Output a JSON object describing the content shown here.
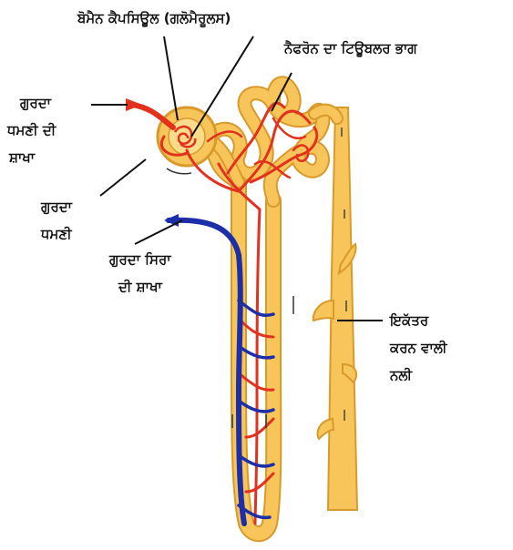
{
  "labels": {
    "bowman_capsule": "ਬੋਮੈਨ ਕੈਪਸਿਊਲ (ਗਲੋਮੈਰੂਲਸ)",
    "nephron_tubular": "ਨੈਫਰੋਨ ਦਾ ਟਿਊਬਲਰ ਭਾਗ",
    "renal_artery_branch_1": "ਗੁਰਦਾ",
    "renal_artery_branch_2": "ਧਮਣੀ ਦੀ",
    "renal_artery_branch_3": "ਸ਼ਾਖਾ",
    "renal_artery_1": "ਗੁਰਦਾ",
    "renal_artery_2": "ਧਮਣੀ",
    "renal_vein_branch_1": "ਗੁਰਦਾ ਸਿਰਾ",
    "renal_vein_branch_2": "ਦੀ ਸ਼ਾਖਾ",
    "collecting_duct_1": "ਇਕੱਤਰ",
    "collecting_duct_2": "ਕਰਨ ਵਾਲੀ",
    "collecting_duct_3": "ਨਲੀ"
  },
  "colors": {
    "tubule_fill": "#f7c55a",
    "tubule_edge": "#d89a2a",
    "artery": "#e2311d",
    "vein": "#1c2fa8",
    "pointer": "#111111"
  }
}
